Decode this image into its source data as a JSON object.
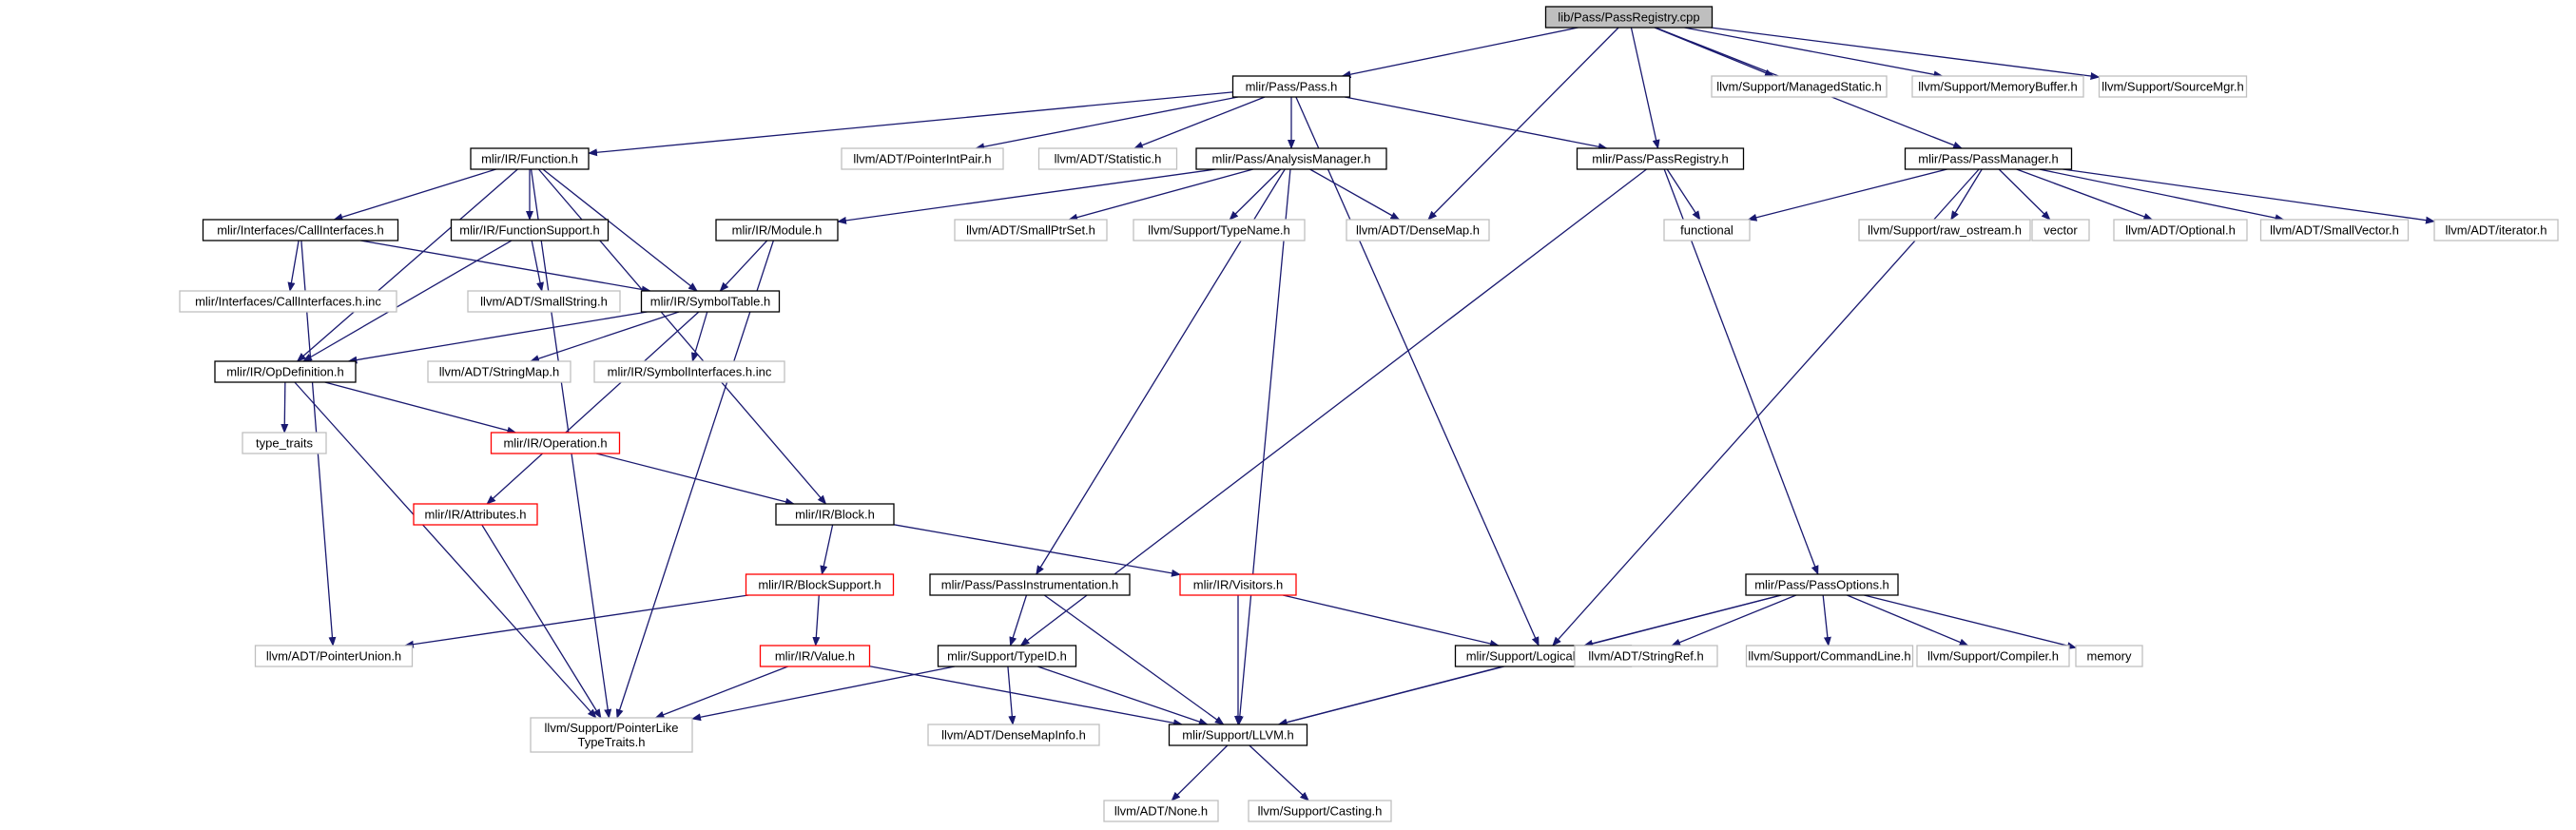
{
  "colors": {
    "edge": "#191970",
    "border_internal": "#000000",
    "border_truncated": "#ff0000",
    "border_external": "#bfbfbf",
    "fill_root": "#bfbfbf",
    "fill_default": "#ffffff"
  },
  "nodes": [
    {
      "id": "root",
      "label": "lib/Pass/PassRegistry.cpp",
      "kind": "root"
    },
    {
      "id": "pass_h",
      "label": "mlir/Pass/Pass.h",
      "kind": "internal"
    },
    {
      "id": "managedstatic",
      "label": "llvm/Support/ManagedStatic.h",
      "kind": "external"
    },
    {
      "id": "memorybuffer",
      "label": "llvm/Support/MemoryBuffer.h",
      "kind": "external"
    },
    {
      "id": "sourcemgr",
      "label": "llvm/Support/SourceMgr.h",
      "kind": "external"
    },
    {
      "id": "function_h",
      "label": "mlir/IR/Function.h",
      "kind": "internal"
    },
    {
      "id": "pointerintpair",
      "label": "llvm/ADT/PointerIntPair.h",
      "kind": "external"
    },
    {
      "id": "statistic",
      "label": "llvm/ADT/Statistic.h",
      "kind": "external"
    },
    {
      "id": "analysismanager",
      "label": "mlir/Pass/AnalysisManager.h",
      "kind": "internal"
    },
    {
      "id": "passregistry_h",
      "label": "mlir/Pass/PassRegistry.h",
      "kind": "internal"
    },
    {
      "id": "passmanager_h",
      "label": "mlir/Pass/PassManager.h",
      "kind": "internal"
    },
    {
      "id": "callinterfaces",
      "label": "mlir/Interfaces/CallInterfaces.h",
      "kind": "internal"
    },
    {
      "id": "functionsupport",
      "label": "mlir/IR/FunctionSupport.h",
      "kind": "internal"
    },
    {
      "id": "module_h",
      "label": "mlir/IR/Module.h",
      "kind": "internal"
    },
    {
      "id": "smallptrset",
      "label": "llvm/ADT/SmallPtrSet.h",
      "kind": "external"
    },
    {
      "id": "typename",
      "label": "llvm/Support/TypeName.h",
      "kind": "external"
    },
    {
      "id": "densemap",
      "label": "llvm/ADT/DenseMap.h",
      "kind": "external"
    },
    {
      "id": "functional",
      "label": "functional",
      "kind": "external"
    },
    {
      "id": "raw_ostream",
      "label": "llvm/Support/raw_ostream.h",
      "kind": "external"
    },
    {
      "id": "vector",
      "label": "vector",
      "kind": "external"
    },
    {
      "id": "optional",
      "label": "llvm/ADT/Optional.h",
      "kind": "external"
    },
    {
      "id": "smallvector",
      "label": "llvm/ADT/SmallVector.h",
      "kind": "external"
    },
    {
      "id": "iterator",
      "label": "llvm/ADT/iterator.h",
      "kind": "external"
    },
    {
      "id": "callinterfaces_inc",
      "label": "mlir/Interfaces/CallInterfaces.h.inc",
      "kind": "external"
    },
    {
      "id": "smallstring",
      "label": "llvm/ADT/SmallString.h",
      "kind": "external"
    },
    {
      "id": "symboltable",
      "label": "mlir/IR/SymbolTable.h",
      "kind": "internal"
    },
    {
      "id": "opdefinition",
      "label": "mlir/IR/OpDefinition.h",
      "kind": "internal"
    },
    {
      "id": "stringmap",
      "label": "llvm/ADT/StringMap.h",
      "kind": "external"
    },
    {
      "id": "symbolinterfaces_inc",
      "label": "mlir/IR/SymbolInterfaces.h.inc",
      "kind": "external"
    },
    {
      "id": "type_traits",
      "label": "type_traits",
      "kind": "external"
    },
    {
      "id": "operation_h",
      "label": "mlir/IR/Operation.h",
      "kind": "truncated"
    },
    {
      "id": "attributes_h",
      "label": "mlir/IR/Attributes.h",
      "kind": "truncated"
    },
    {
      "id": "block_h",
      "label": "mlir/IR/Block.h",
      "kind": "internal"
    },
    {
      "id": "blocksupport",
      "label": "mlir/IR/BlockSupport.h",
      "kind": "truncated"
    },
    {
      "id": "visitors",
      "label": "mlir/IR/Visitors.h",
      "kind": "truncated"
    },
    {
      "id": "passinstrumentation",
      "label": "mlir/Pass/PassInstrumentation.h",
      "kind": "internal"
    },
    {
      "id": "passoptions",
      "label": "mlir/Pass/PassOptions.h",
      "kind": "internal"
    },
    {
      "id": "pointerunion",
      "label": "llvm/ADT/PointerUnion.h",
      "kind": "external"
    },
    {
      "id": "value_h",
      "label": "mlir/IR/Value.h",
      "kind": "truncated"
    },
    {
      "id": "typeid",
      "label": "mlir/Support/TypeID.h",
      "kind": "internal"
    },
    {
      "id": "logicalresult",
      "label": "mlir/Support/LogicalResult.h",
      "kind": "internal"
    },
    {
      "id": "stringref",
      "label": "llvm/ADT/StringRef.h",
      "kind": "external"
    },
    {
      "id": "commandline",
      "label": "llvm/Support/CommandLine.h",
      "kind": "external"
    },
    {
      "id": "compiler",
      "label": "llvm/Support/Compiler.h",
      "kind": "external"
    },
    {
      "id": "memory",
      "label": "memory",
      "kind": "external"
    },
    {
      "id": "pointerliketypetraits",
      "label": [
        "llvm/Support/PointerLike",
        "TypeTraits.h"
      ],
      "kind": "external"
    },
    {
      "id": "densemapinfo",
      "label": "llvm/ADT/DenseMapInfo.h",
      "kind": "external"
    },
    {
      "id": "llvm_h",
      "label": "mlir/Support/LLVM.h",
      "kind": "internal"
    },
    {
      "id": "none",
      "label": "llvm/ADT/None.h",
      "kind": "external"
    },
    {
      "id": "casting",
      "label": "llvm/Support/Casting.h",
      "kind": "external"
    }
  ],
  "edges": [
    [
      "root",
      "pass_h"
    ],
    [
      "root",
      "managedstatic"
    ],
    [
      "root",
      "memorybuffer"
    ],
    [
      "root",
      "sourcemgr"
    ],
    [
      "root",
      "passregistry_h"
    ],
    [
      "root",
      "passmanager_h"
    ],
    [
      "root",
      "densemap"
    ],
    [
      "pass_h",
      "function_h"
    ],
    [
      "pass_h",
      "pointerintpair"
    ],
    [
      "pass_h",
      "statistic"
    ],
    [
      "pass_h",
      "analysismanager"
    ],
    [
      "pass_h",
      "passregistry_h"
    ],
    [
      "pass_h",
      "logicalresult"
    ],
    [
      "function_h",
      "callinterfaces"
    ],
    [
      "function_h",
      "functionsupport"
    ],
    [
      "function_h",
      "symboltable"
    ],
    [
      "function_h",
      "opdefinition"
    ],
    [
      "function_h",
      "block_h"
    ],
    [
      "function_h",
      "pointerliketypetraits"
    ],
    [
      "analysismanager",
      "module_h"
    ],
    [
      "analysismanager",
      "smallptrset"
    ],
    [
      "analysismanager",
      "typename"
    ],
    [
      "analysismanager",
      "densemap"
    ],
    [
      "analysismanager",
      "passinstrumentation"
    ],
    [
      "analysismanager",
      "llvm_h"
    ],
    [
      "passregistry_h",
      "functional"
    ],
    [
      "passregistry_h",
      "passoptions"
    ],
    [
      "passregistry_h",
      "typeid"
    ],
    [
      "passmanager_h",
      "functional"
    ],
    [
      "passmanager_h",
      "raw_ostream"
    ],
    [
      "passmanager_h",
      "vector"
    ],
    [
      "passmanager_h",
      "optional"
    ],
    [
      "passmanager_h",
      "smallvector"
    ],
    [
      "passmanager_h",
      "iterator"
    ],
    [
      "passmanager_h",
      "logicalresult"
    ],
    [
      "callinterfaces",
      "callinterfaces_inc"
    ],
    [
      "callinterfaces",
      "symboltable"
    ],
    [
      "callinterfaces",
      "pointerunion"
    ],
    [
      "functionsupport",
      "smallstring"
    ],
    [
      "functionsupport",
      "opdefinition"
    ],
    [
      "module_h",
      "symboltable"
    ],
    [
      "module_h",
      "pointerliketypetraits"
    ],
    [
      "symboltable",
      "opdefinition"
    ],
    [
      "symboltable",
      "stringmap"
    ],
    [
      "symboltable",
      "symbolinterfaces_inc"
    ],
    [
      "symboltable",
      "attributes_h"
    ],
    [
      "opdefinition",
      "type_traits"
    ],
    [
      "opdefinition",
      "operation_h"
    ],
    [
      "opdefinition",
      "pointerliketypetraits"
    ],
    [
      "operation_h",
      "block_h"
    ],
    [
      "attributes_h",
      "pointerliketypetraits"
    ],
    [
      "block_h",
      "blocksupport"
    ],
    [
      "block_h",
      "visitors"
    ],
    [
      "blocksupport",
      "pointerunion"
    ],
    [
      "blocksupport",
      "value_h"
    ],
    [
      "value_h",
      "pointerliketypetraits"
    ],
    [
      "value_h",
      "llvm_h"
    ],
    [
      "visitors",
      "llvm_h"
    ],
    [
      "visitors",
      "logicalresult"
    ],
    [
      "passinstrumentation",
      "typeid"
    ],
    [
      "passinstrumentation",
      "llvm_h"
    ],
    [
      "typeid",
      "pointerliketypetraits"
    ],
    [
      "typeid",
      "densemapinfo"
    ],
    [
      "typeid",
      "llvm_h"
    ],
    [
      "logicalresult",
      "llvm_h"
    ],
    [
      "passoptions",
      "logicalresult"
    ],
    [
      "passoptions",
      "stringref"
    ],
    [
      "passoptions",
      "commandline"
    ],
    [
      "passoptions",
      "compiler"
    ],
    [
      "passoptions",
      "memory"
    ],
    [
      "passoptions",
      "llvm_h"
    ],
    [
      "llvm_h",
      "none"
    ],
    [
      "llvm_h",
      "casting"
    ]
  ]
}
